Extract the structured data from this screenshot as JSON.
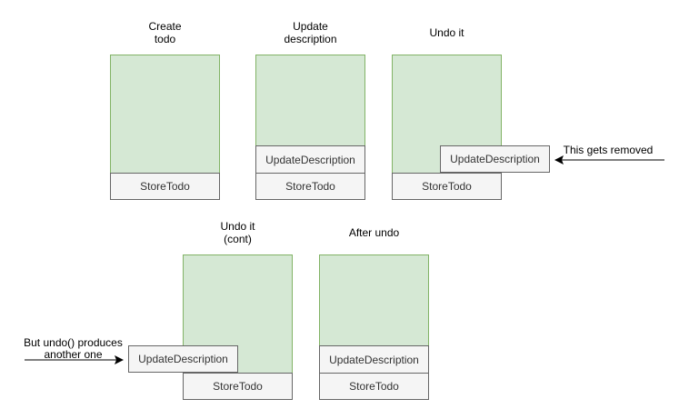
{
  "diagram": {
    "panels": [
      {
        "title": "Create\ntodo",
        "entries": [
          "StoreTodo"
        ]
      },
      {
        "title": "Update\ndescription",
        "entries": [
          "UpdateDescription",
          "StoreTodo"
        ]
      },
      {
        "title": "Undo it",
        "entries": [
          "StoreTodo"
        ],
        "popped": "UpdateDescription"
      },
      {
        "title": "Undo it\n(cont)",
        "entries": [
          "StoreTodo"
        ],
        "pushed": "UpdateDescription"
      },
      {
        "title": "After undo",
        "entries": [
          "UpdateDescription",
          "StoreTodo"
        ]
      }
    ],
    "notes": {
      "removed": "This gets removed",
      "produces": "But undo() produces\nanother one"
    },
    "colors": {
      "stack_fill": "#d5e8d4",
      "stack_border": "#82b366",
      "entry_fill": "#f5f5f5",
      "entry_border": "#666666"
    }
  }
}
